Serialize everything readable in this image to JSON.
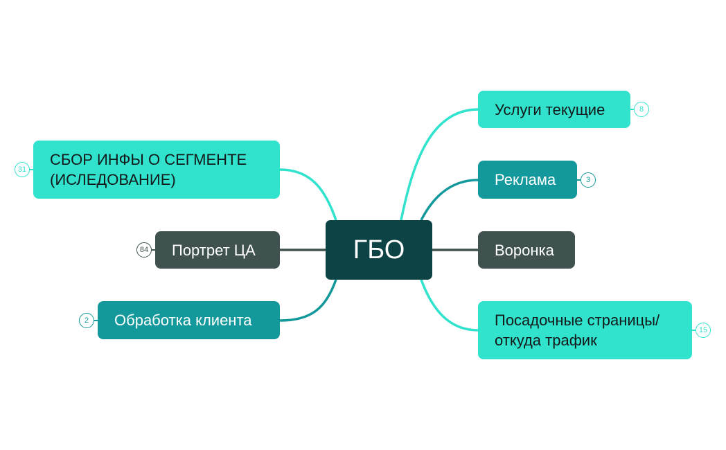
{
  "map": {
    "root": {
      "label": "ГБО"
    },
    "topics": {
      "uslugi": {
        "label": "Услуги текущие",
        "count": "8",
        "color": "#31e2cd"
      },
      "reklama": {
        "label": "Реклама",
        "count": "3",
        "color": "#13999b"
      },
      "voronka": {
        "label": "Воронка",
        "color": "#3f524f"
      },
      "posadochnye": {
        "label": "Посадочные страницы/\nоткуда трафик",
        "count": "15",
        "color": "#31e2cd"
      },
      "sbor": {
        "label": "СБОР ИНФЫ О СЕГМЕНТЕ\n(ИСЛЕДОВАНИЕ)",
        "count": "31",
        "color": "#31e2cd"
      },
      "portret": {
        "label": "Портрет ЦА",
        "count": "84",
        "color": "#3f524f"
      },
      "obrabotka": {
        "label": "Обработка клиента",
        "count": "2",
        "color": "#13999b"
      }
    }
  },
  "colors": {
    "root": "#0d4344",
    "light": "#31e2cd",
    "mid": "#13999b",
    "dark": "#3f524f"
  }
}
